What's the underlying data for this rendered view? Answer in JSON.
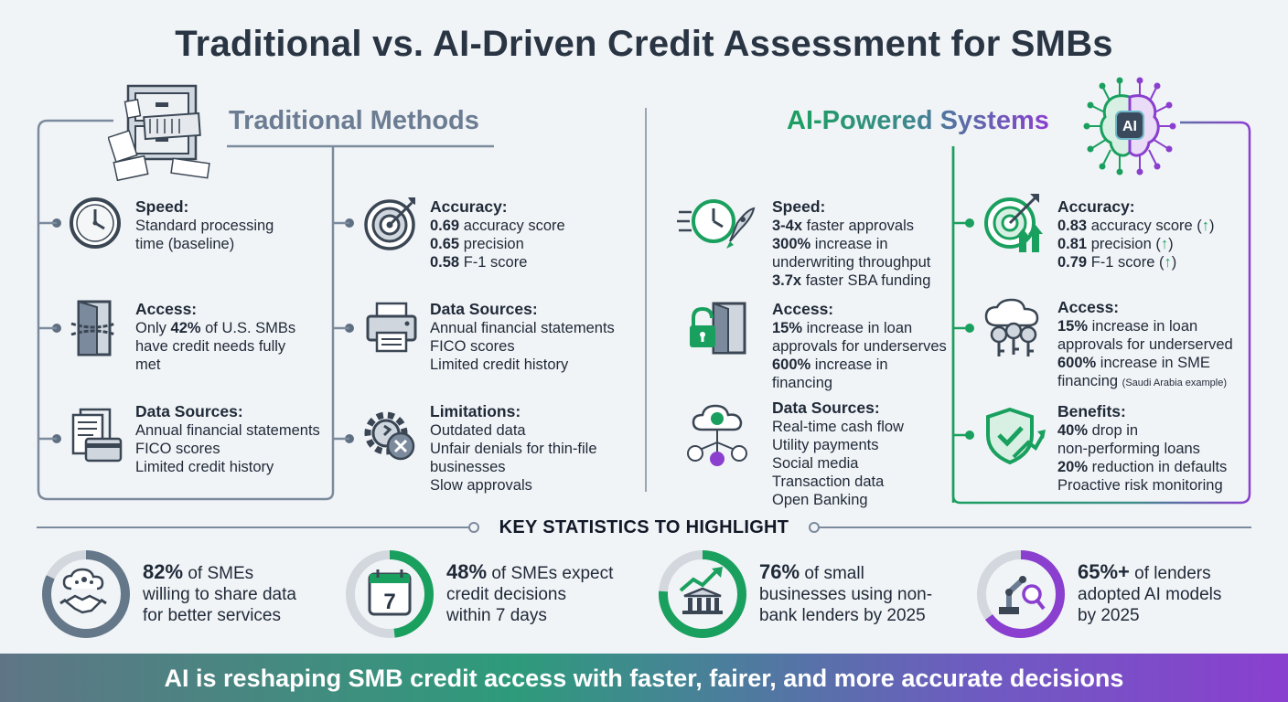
{
  "title": "Traditional vs. AI-Driven Credit Assessment for SMBs",
  "traditional": {
    "title": "Traditional Methods",
    "speed": {
      "heading": "Speed:",
      "lines": [
        "Standard processing",
        "time (baseline)"
      ]
    },
    "access": {
      "heading": "Access:",
      "pre": "Only ",
      "bold": "42%",
      "post": " of U.S. SMBs",
      "lines": [
        "have credit needs fully",
        "met"
      ]
    },
    "data_sources": {
      "heading": "Data Sources:",
      "lines": [
        "Annual financial statements",
        "FICO scores",
        "Limited credit history"
      ]
    },
    "accuracy": {
      "heading": "Accuracy:",
      "rows": [
        {
          "value": "0.69",
          "label": " accuracy score"
        },
        {
          "value": "0.65",
          "label": " precision"
        },
        {
          "value": "0.58",
          "label": " F-1 score"
        }
      ]
    },
    "data_sources2": {
      "heading": "Data Sources:",
      "lines": [
        "Annual financial statements",
        "FICO scores",
        "Limited credit history"
      ]
    },
    "limitations": {
      "heading": "Limitations:",
      "lines": [
        "Outdated data",
        "Unfair denials for thin-file",
        "businesses",
        "Slow approvals"
      ]
    }
  },
  "ai": {
    "title": "AI-Powered Systems",
    "brain_label": "AI",
    "speed": {
      "heading": "Speed:",
      "r1b": "3-4x",
      "r1": " faster approvals",
      "r2b": "300%",
      "r2": " increase in",
      "r3": "underwriting throughput",
      "r4b": "3.7x",
      "r4": " faster SBA funding"
    },
    "access": {
      "heading": "Access:",
      "r1b": "15%",
      "r1": " increase in loan",
      "r2": "approvals for underserves",
      "r3b": "600%",
      "r3": " increase in",
      "r4": "financing"
    },
    "data_sources": {
      "heading": "Data Sources:",
      "lines": [
        "Real-time cash flow",
        "Utility payments",
        "Social media",
        "Transaction data",
        "Open Banking"
      ]
    },
    "accuracy": {
      "heading": "Accuracy:",
      "rows": [
        {
          "value": "0.83",
          "label": " accuracy score ("
        },
        {
          "value": "0.81",
          "label": " precision ("
        },
        {
          "value": "0.79",
          "label": " F-1 score ("
        }
      ],
      "arrow": "↑",
      "close": ")"
    },
    "access2": {
      "heading": "Access:",
      "r1b": "15%",
      "r1": " increase in loan",
      "r2": "approvals for underserved",
      "r3b": "600%",
      "r3": " increase in SME",
      "r4": "financing",
      "r4s": "(Saudi Arabia example)"
    },
    "benefits": {
      "heading": "Benefits:",
      "r1b": "40%",
      "r1": " drop in",
      "r2": "non-performing loans",
      "r3b": "20%",
      "r3": " reduction in defaults",
      "r4": "Proactive risk monitoring"
    }
  },
  "stats": {
    "title": "KEY STATISTICS TO HIGHLIGHT",
    "items": [
      {
        "value": "82%",
        "text1": " of SMEs",
        "text2": "willing to share data",
        "text3": "for better services",
        "percent": 82,
        "color": "#64788a"
      },
      {
        "value": "48%",
        "text1": " of SMEs expect",
        "text2": "credit decisions",
        "text3": "within 7 days",
        "percent": 48,
        "color": "#1aa05e",
        "calendar_day": "7"
      },
      {
        "value": "76%",
        "text1": " of small",
        "text2": "businesses using non-",
        "text3": "bank lenders by 2025",
        "percent": 76,
        "color": "#1aa05e"
      },
      {
        "value": "65%+",
        "text1": " of lenders",
        "text2": "adopted AI models",
        "text3": "by 2025",
        "percent": 65,
        "color": "#8a3fcf"
      }
    ]
  },
  "banner": "AI is reshaping SMB credit access with faster, fairer, and more accurate decisions",
  "colors": {
    "traditional": "#6b7c93",
    "ai_green": "#1aa05e",
    "ai_purple": "#8a3fcf"
  }
}
